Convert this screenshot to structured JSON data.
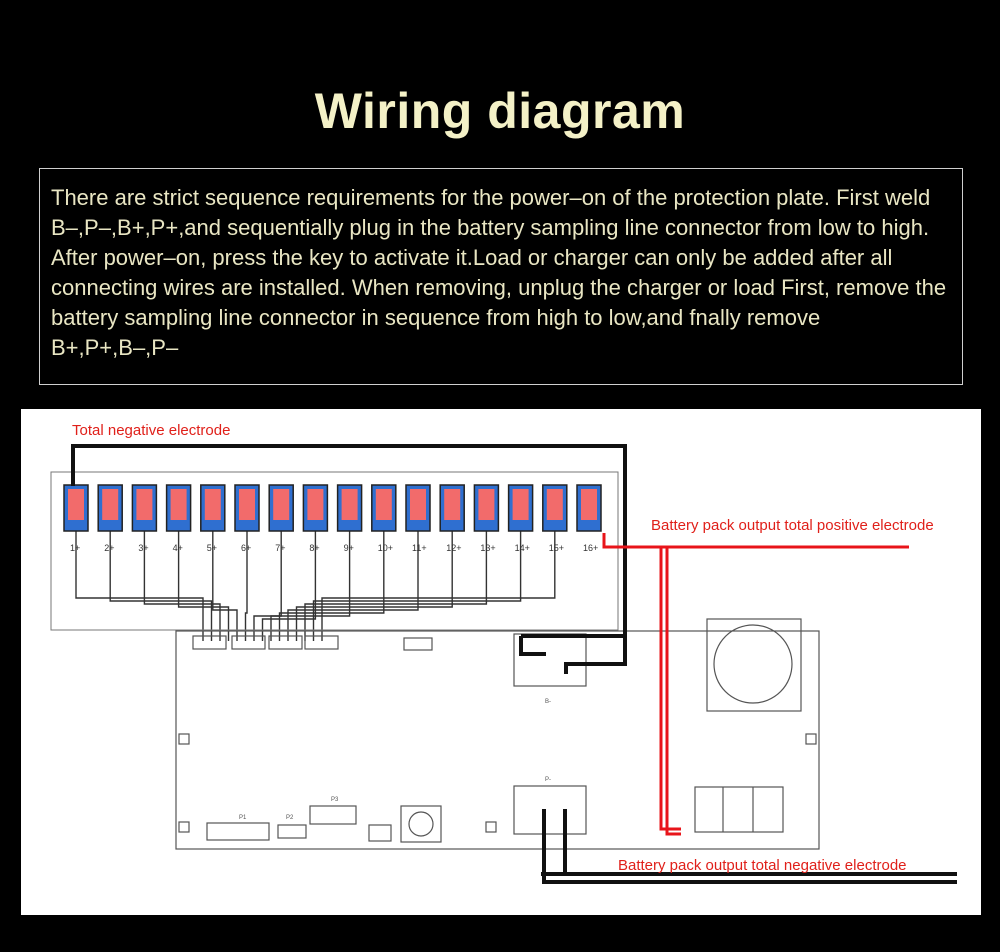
{
  "title": "Wiring diagram",
  "instructions": "There are strict sequence requirements for the power–on of the protection plate. First weld B–,P–,B+,P+,and sequentially plug in the battery sampling line connector from low to high. After power–on, press the key to activate it.Load or charger can only be added after all connecting wires are installed. When removing, unplug the charger or load First, remove the battery sampling line connector in sequence from high to low,and fnally remove B+,P+,B–,P–",
  "diagram": {
    "label_total_negative": "Total negative electrode",
    "label_output_positive": "Battery pack output total positive electrode",
    "label_output_negative": "Battery pack output total negative electrode",
    "cells": [
      "1+",
      "2+",
      "3+",
      "4+",
      "5+",
      "6+",
      "7+",
      "8+",
      "9+",
      "10+",
      "11+",
      "12+",
      "13+",
      "14+",
      "15+",
      "16+"
    ],
    "board_labels": {
      "b_minus": "B-",
      "p_minus": "P-",
      "p1": "P1",
      "p2": "P2",
      "p3": "P3"
    },
    "colors": {
      "label_red": "#e0201a",
      "wire_black": "#111111",
      "wire_red": "#e8141a",
      "battery_pink": "#f26b6b",
      "battery_blue": "#2f6fd0",
      "board_line": "#555555"
    }
  }
}
